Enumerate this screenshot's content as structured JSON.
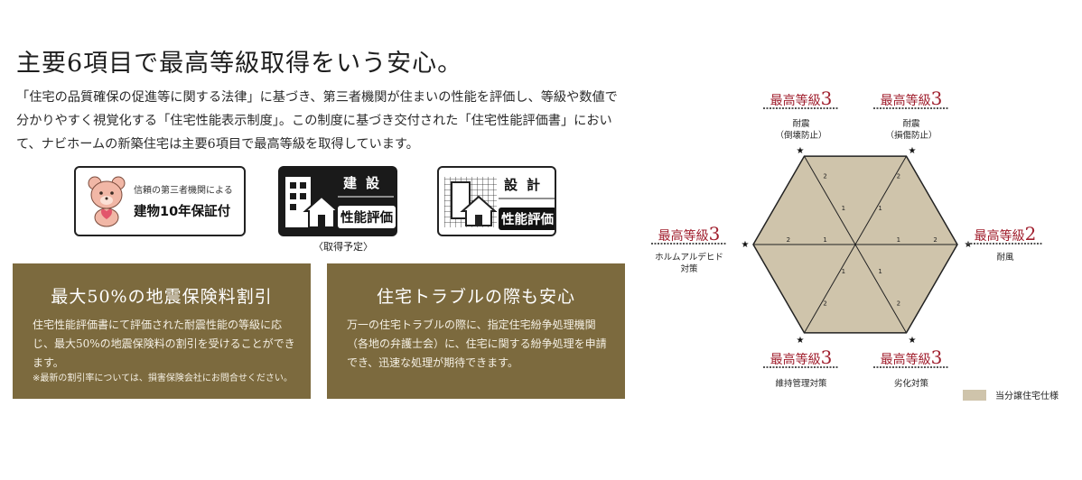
{
  "heading": "主要6項目で最高等級取得をいう安心。",
  "intro": "「住宅の品質確保の促進等に関する法律」に基づき、第三者機関が住まいの性能を評価し、等級や数値で分かりやすく視覚化する「住宅性能表示制度」。この制度に基づき交付された「住宅性能評価書」において、ナビホームの新築住宅は主要6項目で最高等級を取得しています。",
  "badges": {
    "guarantee": {
      "line1": "信頼の第三者機関による",
      "line2": "建物10年保証付"
    },
    "build": {
      "kind": "建設",
      "name": "性能評価",
      "note": "〈取得予定〉"
    },
    "design": {
      "kind": "設計",
      "name": "性能評価"
    }
  },
  "cards": [
    {
      "title": "最大50%の地震保険料割引",
      "body": "住宅性能評価書にて評価された耐震性能の等級に応じ、最大50%の地震保険料の割引を受けることができます。",
      "note": "※最新の割引率については、損害保険会社にお問合せください。"
    },
    {
      "title": "住宅トラブルの際も安心",
      "body": "万一の住宅トラブルの際に、指定住宅紛争処理機関（各地の弁護士会）に、住宅に関する紛争処理を申請でき、迅速な処理が期待できます。"
    }
  ],
  "diagram": {
    "grade_prefix": "最高等級",
    "star": "★",
    "axes": [
      {
        "label": [
          "耐震",
          "（倒壊防止）"
        ],
        "grade": "3"
      },
      {
        "label": [
          "耐震",
          "（損傷防止）"
        ],
        "grade": "3"
      },
      {
        "label": [
          "耐風"
        ],
        "grade": "2"
      },
      {
        "label": [
          "劣化対策"
        ],
        "grade": "3"
      },
      {
        "label": [
          "維持管理対策"
        ],
        "grade": "3"
      },
      {
        "label": [
          "ホルムアルデヒド",
          "対策"
        ],
        "grade": "3"
      }
    ],
    "tick_labels": [
      "1",
      "2"
    ],
    "legend": "当分譲住宅仕様",
    "colors": {
      "fill": "#cfc4ab",
      "grade": "#a01e2d"
    }
  }
}
